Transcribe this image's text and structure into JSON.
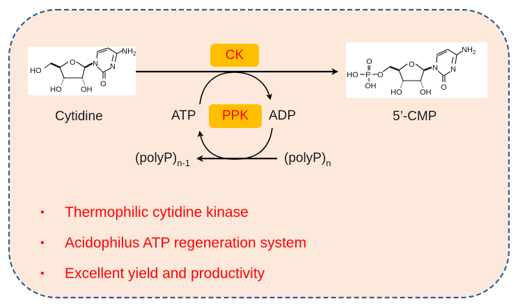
{
  "colors": {
    "panel_fill": "#fde9dc",
    "panel_border": "#2f5c8f",
    "enzyme_fill": "#ffc000",
    "enzyme_text": "#ff0000",
    "bullet_text": "#ff0000",
    "label_text": "#1a1a1a"
  },
  "reaction": {
    "substrate": {
      "name": "Cytidine",
      "structure_labels": {
        "ho_primary": "HO",
        "ho_2": "HO",
        "oh_3": "OH",
        "ring_o": "O",
        "n1": "N",
        "n3": "N",
        "carbonyl_o": "O",
        "amine": "NH",
        "amine_sub": "2"
      }
    },
    "product": {
      "name": "5’-CMP",
      "structure_labels": {
        "phos_ho": "HO",
        "phos_p": "P",
        "phos_o_top": "O",
        "phos_oh": "OH",
        "ester_o": "O",
        "ring_o": "O",
        "ho_2": "HO",
        "oh_3": "OH",
        "n1": "N",
        "n3": "N",
        "carbonyl_o": "O",
        "amine": "NH",
        "amine_sub": "2"
      }
    },
    "main_enzyme": "CK",
    "cycle": {
      "enzyme": "PPK",
      "left": "ATP",
      "right": "ADP",
      "donor": {
        "base": "(polyP)",
        "sub": "n"
      },
      "product": {
        "base": "(polyP)",
        "sub": "n-1"
      }
    }
  },
  "highlights": [
    "Thermophilic cytidine kinase",
    "Acidophilus ATP regeneration system",
    "Excellent yield and productivity"
  ],
  "bullet_glyph": "•"
}
